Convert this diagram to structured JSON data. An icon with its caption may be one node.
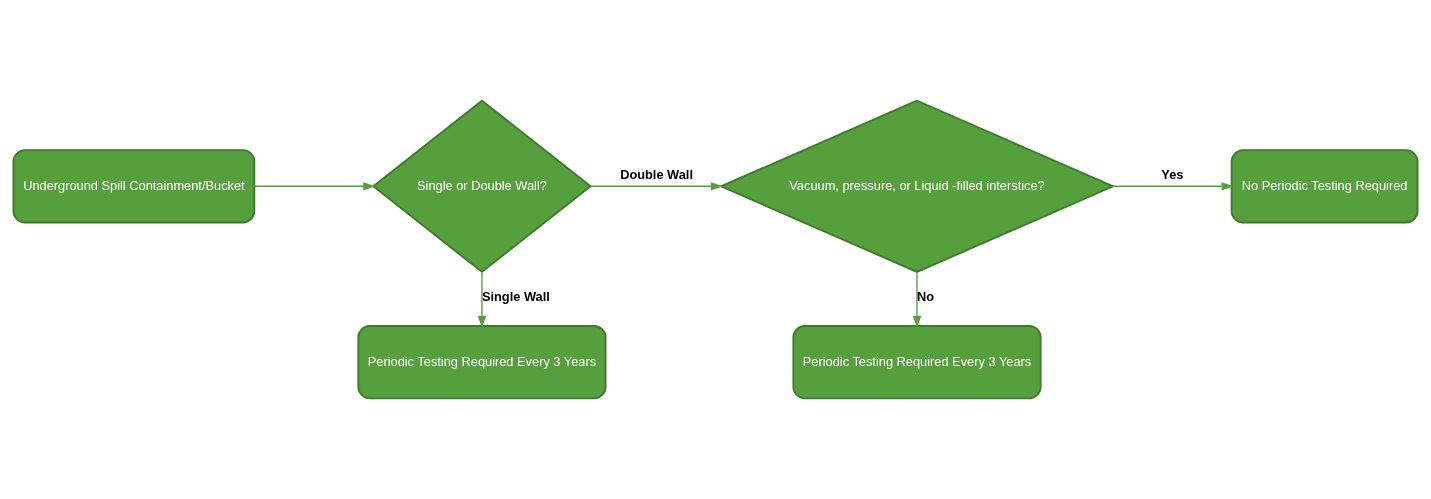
{
  "diagram": {
    "nodes": [
      {
        "text": [
          "Underground Spill Containment/Bucket"
        ]
      },
      {
        "text": [
          "Single or Double Wall?"
        ]
      },
      {
        "text": [
          "Vacuum, pressure, or Liquid -filled interstice?"
        ]
      },
      {
        "text": [
          "No Periodic Testing Required"
        ]
      },
      {
        "text": [
          "Periodic Testing Required Every 3 Years"
        ]
      },
      {
        "text": [
          "Periodic Testing Required Every 3 Years"
        ]
      }
    ],
    "edges": [
      {
        "from": 0,
        "to": 1,
        "arrow": "to"
      },
      {
        "from": 1,
        "to": 2,
        "arrow": "to",
        "label": "Double Wall"
      },
      {
        "from": 2,
        "to": 3,
        "arrow": "to",
        "label": "Yes"
      },
      {
        "from": 1,
        "to": 4,
        "arrow": "to",
        "label": "Single Wall"
      },
      {
        "from": 2,
        "to": 5,
        "arrow": "to",
        "label": "No"
      }
    ]
  }
}
